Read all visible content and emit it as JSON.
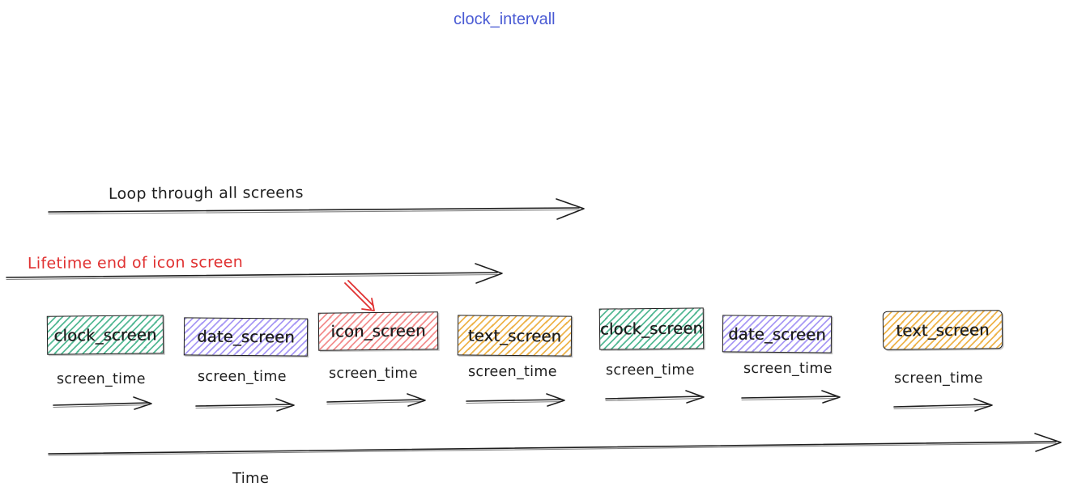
{
  "title": "clock_intervall",
  "colors": {
    "title_blue": "#4a5bd4",
    "annotation_red": "#e03131",
    "ink": "#1e1e1e",
    "green_hatch": "#55b995",
    "purple_hatch": "#a99af5",
    "red_hatch": "#f38f8f",
    "yellow_hatch": "#eeb44c"
  },
  "loop_arrow": {
    "label": "Loop through all screens"
  },
  "lifetime_arrow": {
    "label": "Lifetime end of icon screen"
  },
  "screens": [
    {
      "label": "clock_screen",
      "color": "green",
      "time_label": "screen_time"
    },
    {
      "label": "date_screen",
      "color": "purple",
      "time_label": "screen_time"
    },
    {
      "label": "icon_screen",
      "color": "red",
      "time_label": "screen_time",
      "annotated": true
    },
    {
      "label": "text_screen",
      "color": "yellow",
      "time_label": "screen_time"
    },
    {
      "label": "clock_screen",
      "color": "green",
      "time_label": "screen_time"
    },
    {
      "label": "date_screen",
      "color": "purple",
      "time_label": "screen_time"
    },
    {
      "label": "text_screen",
      "color": "yellow",
      "time_label": "screen_time"
    }
  ],
  "time_axis": {
    "label": "Time"
  }
}
